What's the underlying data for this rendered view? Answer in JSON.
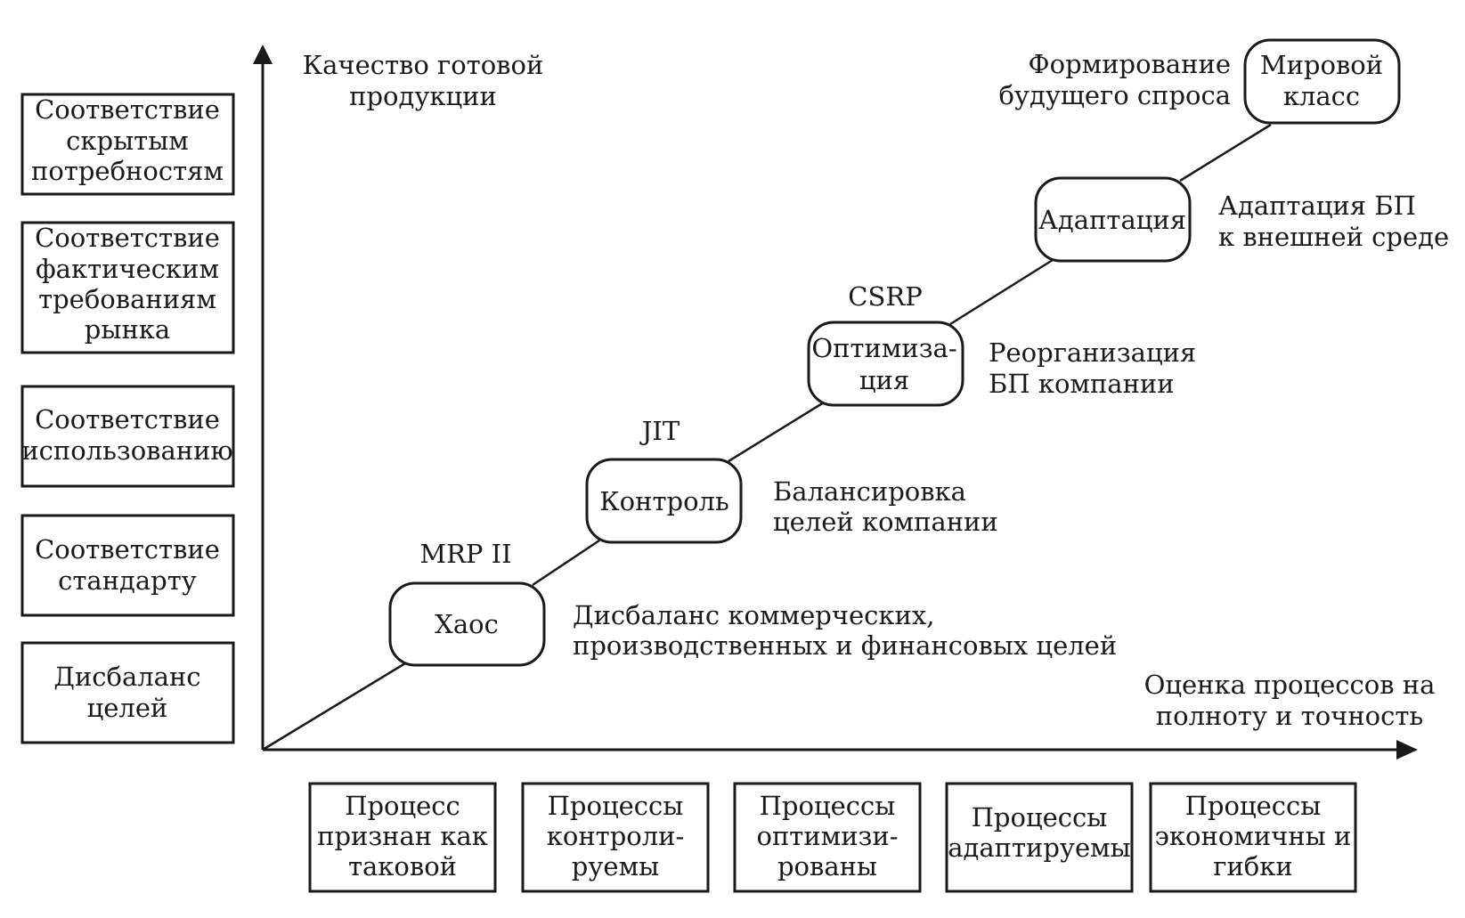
{
  "axes": {
    "y_label": [
      "Качество готовой",
      "продукции"
    ],
    "x_label": [
      "Оценка процессов на",
      "полноту и точность"
    ]
  },
  "left_boxes": [
    {
      "lines": [
        "Соответствие",
        "скрытым",
        "потребностям"
      ]
    },
    {
      "lines": [
        "Соответствие",
        "фактическим",
        "требованиям",
        "рынка"
      ]
    },
    {
      "lines": [
        "Соответствие",
        "использованию"
      ]
    },
    {
      "lines": [
        "Соответствие",
        "стандарту"
      ]
    },
    {
      "lines": [
        "Дисбаланс",
        "целей"
      ]
    }
  ],
  "bottom_boxes": [
    {
      "lines": [
        "Процесс",
        "признан как",
        "таковой"
      ]
    },
    {
      "lines": [
        "Процессы",
        "контроли-",
        "руемы"
      ]
    },
    {
      "lines": [
        "Процессы",
        "оптимизи-",
        "рованы"
      ]
    },
    {
      "lines": [
        "Процессы",
        "адаптируемы"
      ]
    },
    {
      "lines": [
        "Процессы",
        "экономичны и",
        "гибки"
      ]
    }
  ],
  "stages": [
    {
      "tag": "MRP II",
      "lines": [
        "Хаос"
      ],
      "desc": [
        "Дисбаланс коммерческих,",
        "производственных и финансовых целей"
      ]
    },
    {
      "tag": "JIT",
      "lines": [
        "Контроль"
      ],
      "desc": [
        "Балансировка",
        "целей компании"
      ]
    },
    {
      "tag": "CSRP",
      "lines": [
        "Оптимиза-",
        "ция"
      ],
      "desc": [
        "Реорганизация",
        "БП компании"
      ]
    },
    {
      "tag": "",
      "lines": [
        "Адаптация"
      ],
      "desc": [
        "Адаптация БП",
        "к внешней среде"
      ]
    },
    {
      "tag": "",
      "lines": [
        "Мировой",
        "класс"
      ],
      "desc": [
        "Формирование",
        "будущего спроса"
      ]
    }
  ]
}
